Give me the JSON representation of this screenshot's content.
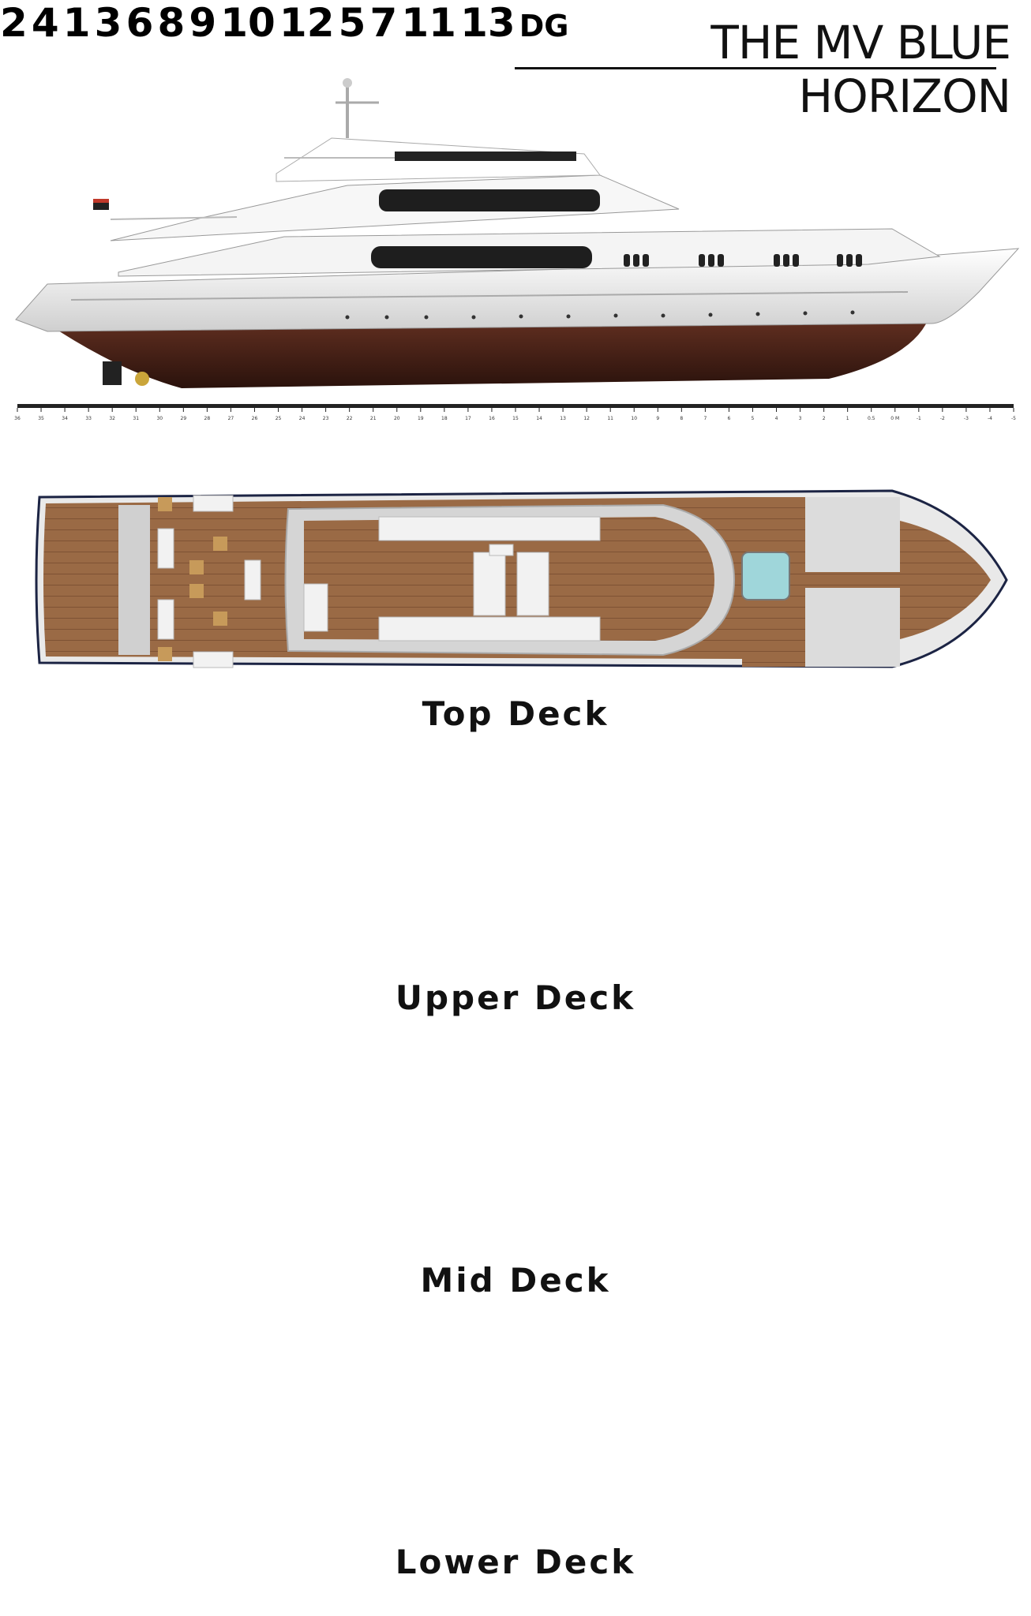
{
  "title": "THE MV BLUE HORIZON",
  "decks": {
    "top": "Top Deck",
    "upper": "Upper Deck",
    "mid": "Mid Deck",
    "lower": "Lower Deck"
  },
  "cabins": {
    "mid": [
      "1",
      "2",
      "3",
      "4"
    ],
    "lower": [
      "5",
      "6",
      "7",
      "8",
      "9",
      "10",
      "11",
      "12",
      "13"
    ],
    "lower_dg": "DG"
  },
  "scale": [
    "36",
    "35",
    "34",
    "33",
    "32",
    "31",
    "30",
    "29",
    "28",
    "27",
    "26",
    "25",
    "24",
    "23",
    "22",
    "21",
    "20",
    "19",
    "18",
    "17",
    "16",
    "15",
    "14",
    "13",
    "12",
    "11",
    "10",
    "9",
    "8",
    "7",
    "6",
    "5",
    "4",
    "3",
    "2",
    "1",
    "0.5",
    "0 M",
    "-1",
    "-2",
    "-3",
    "-4",
    "-5"
  ],
  "colors": {
    "teak": "#9a6a45",
    "hull_dark": "#4a2318",
    "hull_white": "#eeeeee",
    "navy": "#1c2444"
  }
}
